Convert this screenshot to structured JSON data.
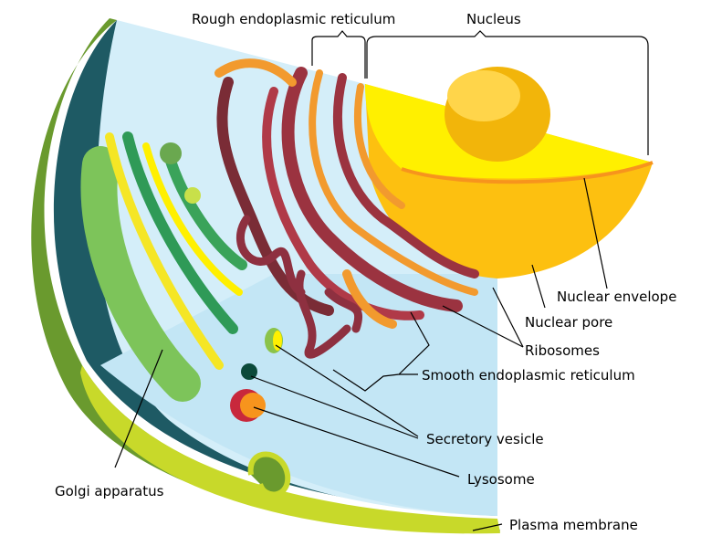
{
  "labels": {
    "rough_er": "Rough endoplasmic reticulum",
    "nucleus": "Nucleus",
    "nuclear_envelope": "Nuclear envelope",
    "nuclear_pore": "Nuclear pore",
    "ribosomes": "Ribosomes",
    "smooth_er": "Smooth endoplasmic reticulum",
    "secretory_vesicle": "Secretory vesicle",
    "lysosome": "Lysosome",
    "golgi": "Golgi apparatus",
    "plasma_membrane": "Plasma membrane"
  },
  "colors": {
    "membrane": "#c8d92a",
    "membrane_dark": "#6a9a2e",
    "cytoplasm_face": "#d4eef9",
    "interior_dark": "#1e5a64",
    "nucleus_yellow": "#fff000",
    "nucleus_orange": "#fdc010",
    "er_red": "#9b3340",
    "er_orange": "#f29a2e",
    "golgi_green": "#7dc45a"
  }
}
